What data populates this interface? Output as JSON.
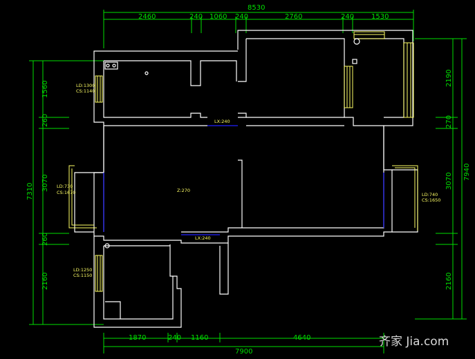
{
  "dimensions": {
    "top_total": "8530",
    "top_segments": [
      "2460",
      "240",
      "1060",
      "240",
      "2760",
      "240",
      "1530"
    ],
    "bottom_segments": [
      "1870",
      "240",
      "1160",
      "4640"
    ],
    "bottom_total": "7900",
    "left_total": "7310",
    "left_segments": [
      "1560",
      "260",
      "3070",
      "260",
      "2160"
    ],
    "right_total": "7940",
    "right_segments": [
      "2190",
      "270",
      "3070",
      "2160"
    ]
  },
  "annotations": {
    "room_top_left_ld": "LD:1300",
    "room_top_left_cs": "CS:1140",
    "left_window_ld": "LD:730",
    "left_window_cs": "CS:1670",
    "right_window_ld": "LD:740",
    "right_window_cs": "CS:1650",
    "bottom_left_ld": "LD:1250",
    "bottom_left_cs": "CS:1150",
    "door_top": "LX:240",
    "door_mid": "LX:240",
    "ceiling": "Z:270"
  },
  "watermark": "齐家 Jia.com",
  "colors": {
    "background": "#000000",
    "walls": "#ffffff",
    "dimensions": "#00e000",
    "annotations": "#ffff66",
    "openings": "#2020ff"
  }
}
